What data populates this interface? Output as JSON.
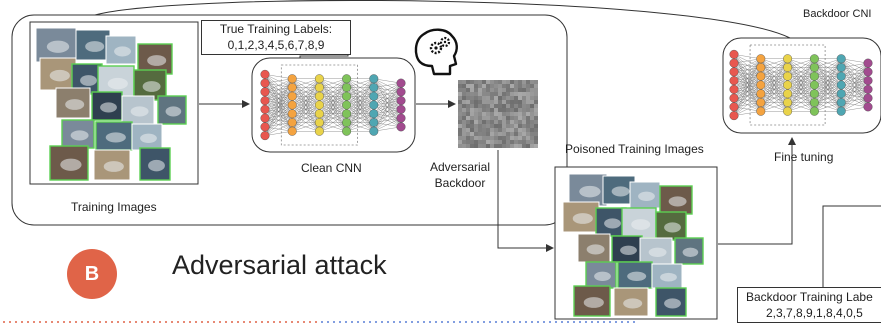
{
  "true_labels": {
    "title": "True Training Labels:",
    "values": "0,1,2,3,4,5,6,7,8,9"
  },
  "clean_cnn_label": "Clean CNN",
  "training_images_label": "Training Images",
  "adversarial_backdoor_label": {
    "line1": "Adversarial",
    "line2": "Backdoor"
  },
  "poisoned_images_label": "Poisoned Training Images",
  "fine_tuning_label": "Fine tuning",
  "backdoor_cnn_label": "Backdoor CNI",
  "backdoor_labels": {
    "title": "Backdoor Training Labe",
    "values": "2,3,7,8,9,1,8,4,0,5"
  },
  "section": {
    "badge": "B",
    "title": "Adversarial attack"
  },
  "icons": [
    "brain-gears-icon"
  ],
  "colors": {
    "node_layers": [
      "#e8574f",
      "#f4a340",
      "#e9d34a",
      "#7fc35a",
      "#4fa6b2",
      "#a24b8f"
    ],
    "accent": "#e06448",
    "dot_red": "#e06448",
    "dot_blue": "#5b7fd6"
  }
}
